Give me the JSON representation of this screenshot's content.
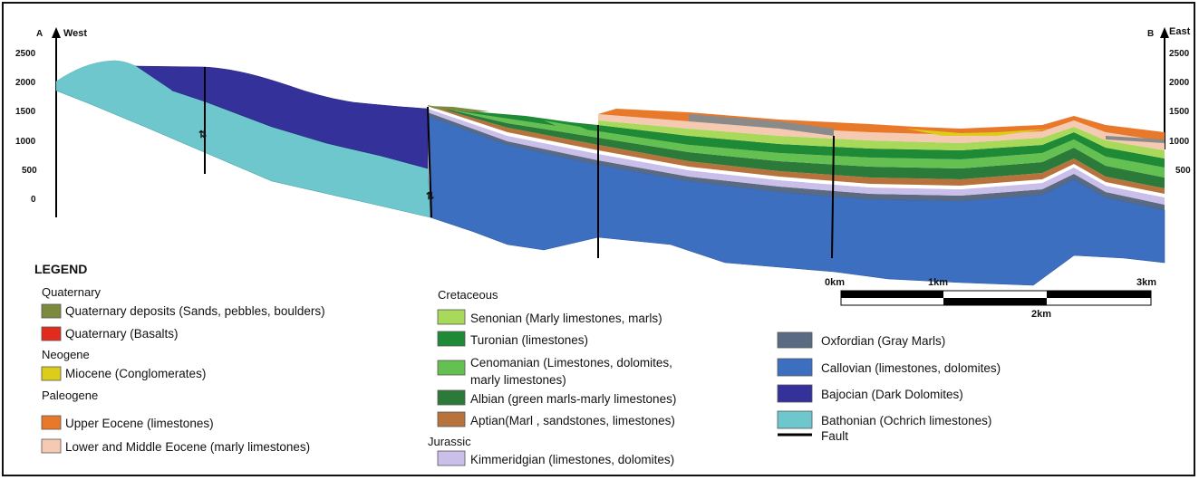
{
  "colors": {
    "quaternary_deposits": "#7b8a3f",
    "quaternary_basalts": "#e22b1f",
    "miocene": "#dccd18",
    "upper_eocene": "#e8792a",
    "lower_middle_eocene": "#f6c9b2",
    "senonian": "#a8d95a",
    "turonian": "#1f8a35",
    "cenomanian": "#63c051",
    "albian": "#2b7a3a",
    "aptian": "#b8733d",
    "kimmeridgian": "#c9bfe8",
    "oxfordian": "#5b6a83",
    "callovian": "#3d6fc0",
    "bajocian": "#34319a",
    "bathonian": "#6ec7cc",
    "fault": "#000000"
  },
  "axes": {
    "left_point": "A",
    "left_direction": "West",
    "right_point": "B",
    "right_direction": "East",
    "left_ticks": [
      "2500",
      "2000",
      "1500",
      "1000",
      "500",
      "0"
    ],
    "right_ticks": [
      "2500",
      "2000",
      "1500",
      "1000",
      "500"
    ]
  },
  "scale": {
    "label_0": "0km",
    "label_1": "1km",
    "label_3": "3km",
    "label_2": "2km"
  },
  "legend": {
    "title": "LEGEND",
    "col1": [
      {
        "type": "header",
        "text": "Quaternary"
      },
      {
        "type": "item",
        "text": "Quaternary deposits (Sands, pebbles, boulders)",
        "color_key": "quaternary_deposits"
      },
      {
        "type": "item",
        "text": "Quaternary (Basalts)",
        "color_key": "quaternary_basalts"
      },
      {
        "type": "header",
        "text": "Neogene"
      },
      {
        "type": "item",
        "text": "Miocene (Conglomerates)",
        "color_key": "miocene"
      },
      {
        "type": "header",
        "text": "Paleogene"
      },
      {
        "type": "item",
        "text": "Upper Eocene (limestones)",
        "color_key": "upper_eocene"
      },
      {
        "type": "item",
        "text": "Lower and Middle Eocene (marly limestones)",
        "color_key": "lower_middle_eocene"
      }
    ],
    "col2": [
      {
        "type": "header",
        "text": "Cretaceous"
      },
      {
        "type": "item",
        "text": "Senonian (Marly limestones, marls)",
        "color_key": "senonian"
      },
      {
        "type": "item",
        "text": "Turonian (limestones)",
        "color_key": "turonian"
      },
      {
        "type": "item",
        "text": "Cenomanian (Limestones, dolomites,",
        "text2": "marly limestones)",
        "color_key": "cenomanian"
      },
      {
        "type": "item",
        "text": "Albian (green marls-marly limestones)",
        "color_key": "albian"
      },
      {
        "type": "item",
        "text": "Aptian(Marl , sandstones, limestones)",
        "color_key": "aptian"
      },
      {
        "type": "header",
        "text": "Jurassic"
      },
      {
        "type": "item",
        "text": "Kimmeridgian (limestones, dolomites)",
        "color_key": "kimmeridgian"
      }
    ],
    "col3": [
      {
        "type": "item",
        "text": "Oxfordian (Gray Marls)",
        "color_key": "oxfordian"
      },
      {
        "type": "item",
        "text": "Callovian (limestones, dolomites)",
        "color_key": "callovian"
      },
      {
        "type": "item",
        "text": "Bajocian (Dark Dolomites)",
        "color_key": "bajocian"
      },
      {
        "type": "item",
        "text": "Bathonian (Ochrich limestones)",
        "color_key": "bathonian"
      },
      {
        "type": "fault",
        "text": "Fault",
        "color_key": "fault"
      }
    ]
  }
}
